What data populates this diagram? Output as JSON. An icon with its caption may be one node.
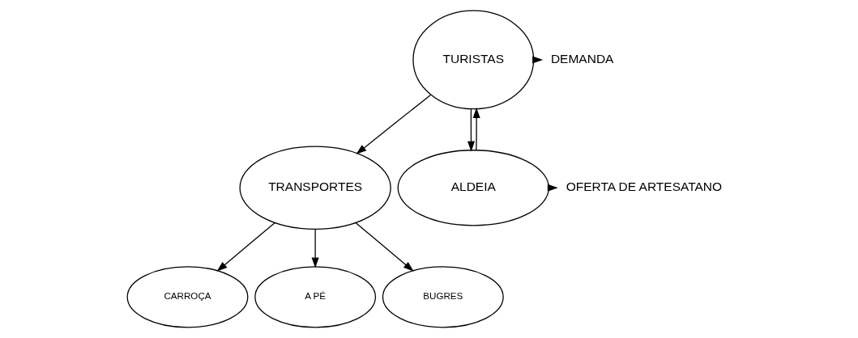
{
  "diagram": {
    "nodes": [
      {
        "text": [
          "TURISTAS"
        ]
      },
      {
        "text": [
          "DEMANDA"
        ]
      },
      {
        "text": [
          "TRANSPORTES"
        ]
      },
      {
        "text": [
          "ALDEIA"
        ]
      },
      {
        "text": [
          "OFERTA DE ARTESATANO"
        ]
      },
      {
        "text": [
          "CARROÇA"
        ]
      },
      {
        "text": [
          "A PÉ"
        ]
      },
      {
        "text": [
          "BUGRES"
        ]
      }
    ],
    "edges": [
      {
        "from": 0,
        "to": 2,
        "arrow": "to"
      },
      {
        "from": 0,
        "to": 1,
        "arrow": "to"
      },
      {
        "from": 0,
        "to": 3,
        "arrow": "to"
      },
      {
        "from": 3,
        "to": 0,
        "arrow": "to"
      },
      {
        "from": 3,
        "to": 4,
        "arrow": "to"
      },
      {
        "from": 2,
        "to": 5,
        "arrow": "to"
      },
      {
        "from": 2,
        "to": 6,
        "arrow": "to"
      },
      {
        "from": 2,
        "to": 7,
        "arrow": "to"
      }
    ]
  }
}
